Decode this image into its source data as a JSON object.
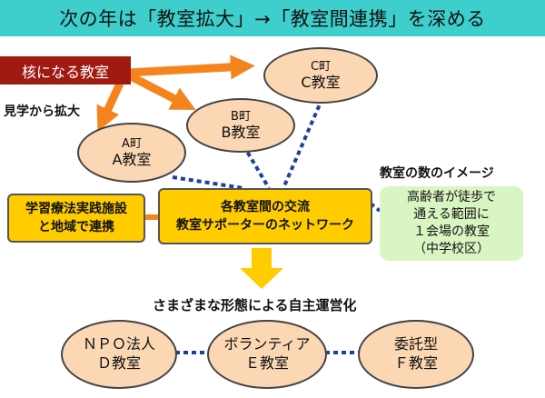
{
  "title": "次の年は「教室拡大」→「教室間連携」を深める",
  "core_label": "核になる教室",
  "expand_caption": "見学から拡大",
  "classrooms": {
    "a": {
      "town": "A町",
      "room": "A教室"
    },
    "b": {
      "town": "B町",
      "room": "B教室"
    },
    "c": {
      "town": "C町",
      "room": "C教室"
    }
  },
  "facility_box": {
    "line1": "学習療法実践施設",
    "line2": "と地域で連携"
  },
  "network_box": {
    "line1": "各教室間の交流",
    "line2": "教室サポーターのネットワーク"
  },
  "image_note": {
    "heading": "教室の数のイメージ",
    "lines": [
      "高齢者が徒歩で",
      "通える範囲に",
      "１会場の教室",
      "（中学校区）"
    ]
  },
  "operation_caption": "さまざまな形態による自主運営化",
  "operations": {
    "d": {
      "type": "ＮＰＯ法人",
      "room": "Ｄ教室"
    },
    "e": {
      "type": "ボランティア",
      "room": "Ｅ教室"
    },
    "f": {
      "type": "委託型",
      "room": "Ｆ教室"
    }
  },
  "colors": {
    "title_bg": "#3ecfcc",
    "core_bg": "#a01a12",
    "arrow_orange": "#f5841f",
    "ellipse_fill": "#fbd7b3",
    "box_yellow": "#ffcc00",
    "dotted_blue": "#1f3f9f",
    "note_green": "#d9f5c2"
  }
}
